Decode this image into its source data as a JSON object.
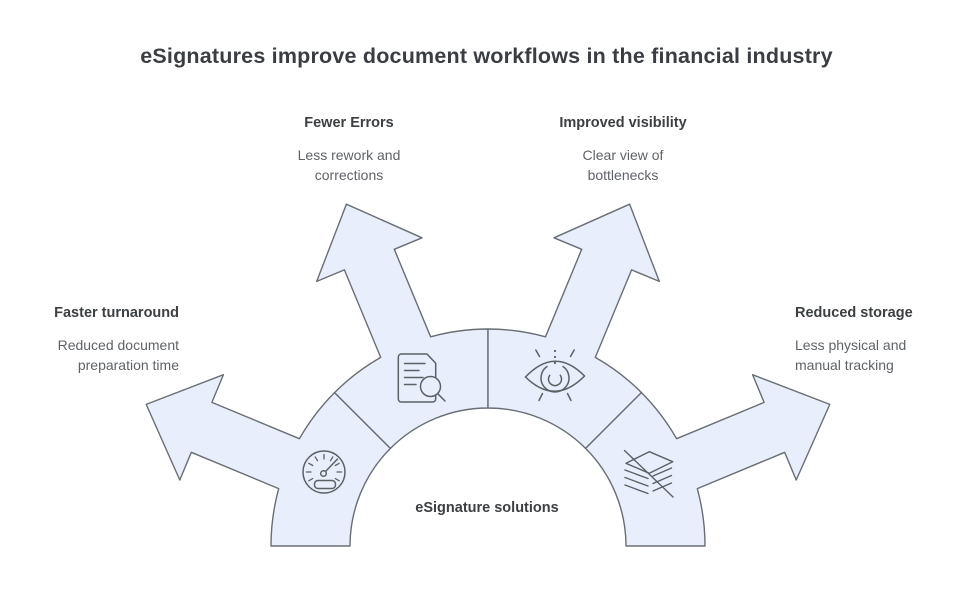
{
  "title": "eSignatures improve document workflows in the financial industry",
  "center_label": "eSignature solutions",
  "benefits": [
    {
      "id": "faster-turnaround",
      "heading": "Faster turnaround",
      "description": "Reduced document\npreparation time",
      "icon": "speedometer-icon",
      "position": "left"
    },
    {
      "id": "fewer-errors",
      "heading": "Fewer Errors",
      "description": "Less rework and\ncorrections",
      "icon": "document-search-icon",
      "position": "upper-left"
    },
    {
      "id": "improved-visibility",
      "heading": "Improved visibility",
      "description": "Clear view of\nbottlenecks",
      "icon": "eye-visibility-icon",
      "position": "upper-right"
    },
    {
      "id": "reduced-storage",
      "heading": "Reduced storage",
      "description": "Less physical and\nmanual tracking",
      "icon": "layers-slash-icon",
      "position": "right"
    }
  ],
  "colors": {
    "shape_fill": "#e8eefb",
    "shape_stroke": "#696e74",
    "icon_stroke": "#5c6166",
    "heading_text": "#3c4043",
    "body_text": "#5f6368",
    "title_text": "#3a3e43",
    "background": "#ffffff"
  }
}
